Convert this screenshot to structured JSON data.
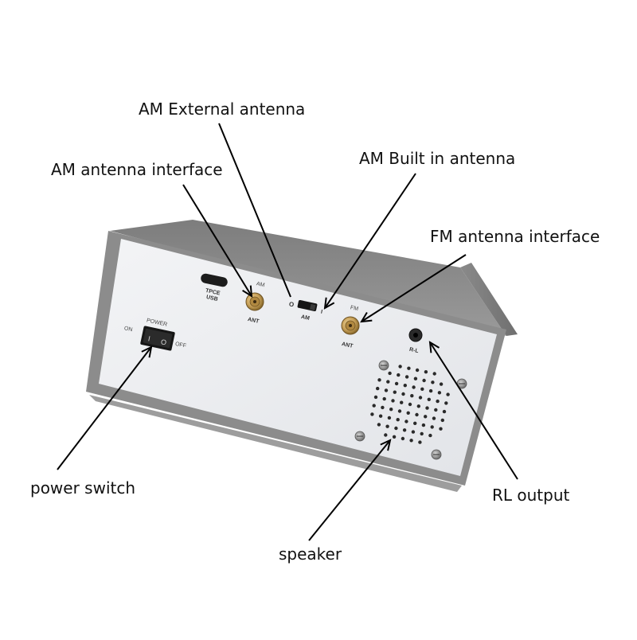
{
  "callouts": {
    "am_external_antenna": "AM External antenna",
    "am_antenna_interface": "AM antenna interface",
    "am_built_in_antenna": "AM Built in antenna",
    "fm_antenna_interface": "FM antenna interface",
    "power_switch": "power switch",
    "rl_output": "RL output",
    "speaker": "speaker"
  },
  "panel": {
    "usb_label_1": "TPCE",
    "usb_label_2": "USB",
    "am_label": "AM",
    "am_ant_label": "ANT",
    "selector_o": "O",
    "selector_am": "AM",
    "selector_i": "I",
    "fm_label": "FM",
    "fm_ant_label": "ANT",
    "rl_label": "R-L",
    "power_label": "POWER",
    "on_label": "ON",
    "off_label": "OFF",
    "rocker_i": "I",
    "rocker_o": "O"
  },
  "colors": {
    "case_gray": "#8e8e8e",
    "panel_face": "#eceef1",
    "sma_gold": "#c9a25a",
    "label_text": "#111111"
  }
}
